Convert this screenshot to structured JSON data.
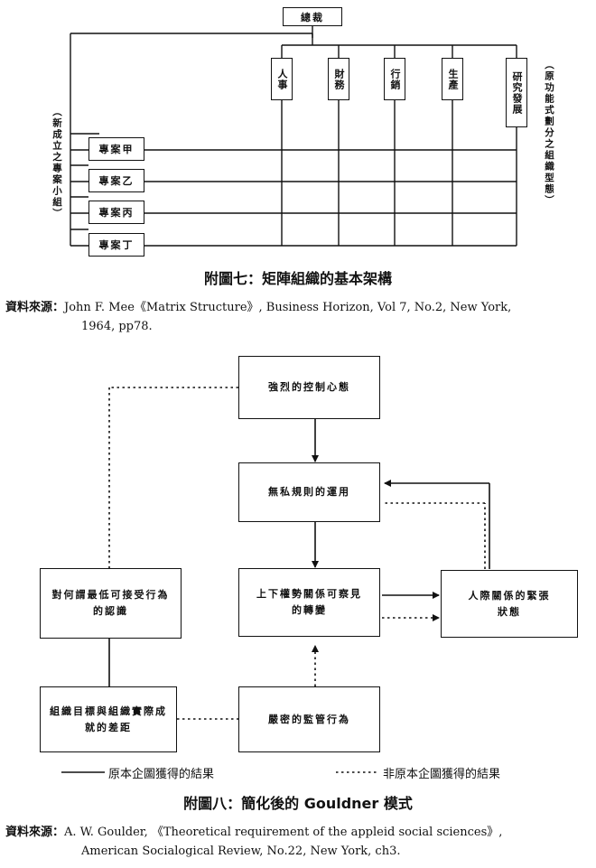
{
  "fig7": {
    "top_box": "總裁",
    "functions": [
      "人事",
      "財務",
      "行銷",
      "生產",
      "研究發展"
    ],
    "projects": [
      "專案甲",
      "專案乙",
      "專案丙",
      "專案丁"
    ],
    "left_note": "（新成立之專案小組）",
    "right_note": "（原功能式劃分之組織型態）",
    "caption": "附圖七：矩陣組織的基本架構",
    "source_label": "資料來源：",
    "source_line1": "John F. Mee《Matrix Structure》, Business Horizon, Vol 7, No.2, New York,",
    "source_line2": "1964, pp78."
  },
  "fig8": {
    "box_control": "強烈的控制心態",
    "box_rules": "無私規則的運用",
    "box_power": "上下權勢關係可察見的轉變",
    "box_tension": "人際關係的緊張狀態",
    "box_minimum": "對何謂最低可接受行為的認識",
    "box_gap": "組織目標與組織實際成就的差距",
    "box_supervision": "嚴密的監管行為",
    "legend_solid": "原本企圖獲得的結果",
    "legend_dotted": "非原本企圖獲得的結果",
    "caption": "附圖八：簡化後的 Gouldner 模式",
    "source_label": "資料來源：",
    "source_line1": "A. W. Goulder, 《Theoretical requirement of the appleid social sciences》,",
    "source_line2": "American Socialogical Review, No.22, New York, ch3."
  }
}
